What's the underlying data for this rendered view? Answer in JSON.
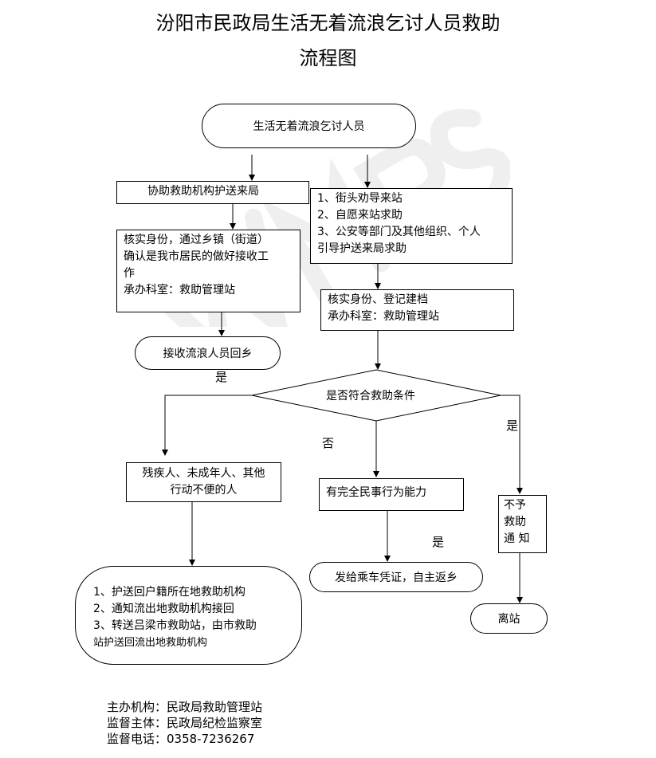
{
  "title": {
    "line1": "汾阳市民政局生活无着流浪乞讨人员救助",
    "line2": "流程图"
  },
  "nodes": {
    "start": "生活无着流浪乞讨人员",
    "escort_box": "协助救助机构护送来局",
    "source_items": [
      "1、街头劝导来站",
      "2、自愿来站求助",
      "3、公安等部门及其他组织、个人",
      "引导护送来局求助"
    ],
    "verify_local": [
      "核实身份，通过乡镇（街道）",
      "确认是我市居民的做好接收工",
      "作",
      "承办科室：救助管理站"
    ],
    "register": [
      "核实身份、登记建档",
      "承办科室：救助管理站"
    ],
    "return_home": "接收流浪人员回乡",
    "decision": "是否符合救助条件",
    "vulnerable": [
      "残疾人、未成年人、其他",
      "行动不便的人"
    ],
    "capable": "有完全民事行为能力",
    "no_aid": [
      "不予",
      "救助",
      "通 知"
    ],
    "ticket": "发给乘车凭证，自主返乡",
    "vulnerable_actions": [
      "1、护送回户籍所在地救助机构",
      "2、通知流出地救助机构接回",
      "3、转送吕梁市救助站，由市救助",
      "站护送回流出地救助机构"
    ],
    "leave": "离站"
  },
  "labels": {
    "yes_left": "是",
    "no_middle": "否",
    "yes_right": "是",
    "yes_capable": "是"
  },
  "footer": {
    "organizer": "主办机构：民政局救助管理站",
    "supervisor": "监督主体：民政局纪检监察室",
    "phone": "监督电话：0358-7236267"
  }
}
